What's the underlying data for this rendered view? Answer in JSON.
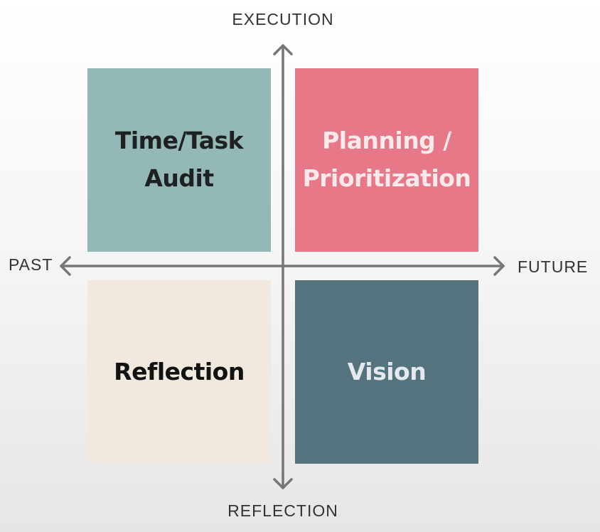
{
  "axes": {
    "top": "EXECUTION",
    "bottom": "REFLECTION",
    "left": "PAST",
    "right": "FUTURE",
    "color": "#777777"
  },
  "quadrants": {
    "top_left": {
      "label": "Time/Task\nAudit",
      "bg": "#94b8b6",
      "fg": "#1e2124"
    },
    "top_right": {
      "label": "Planning /\nPrioritization",
      "bg": "#e77888",
      "fg": "#fbe9ec"
    },
    "bottom_left": {
      "label": "Reflection",
      "bg": "#f1e9df",
      "fg": "#121212"
    },
    "bottom_right": {
      "label": "Vision",
      "bg": "#55737f",
      "fg": "#e3e9ec"
    }
  }
}
